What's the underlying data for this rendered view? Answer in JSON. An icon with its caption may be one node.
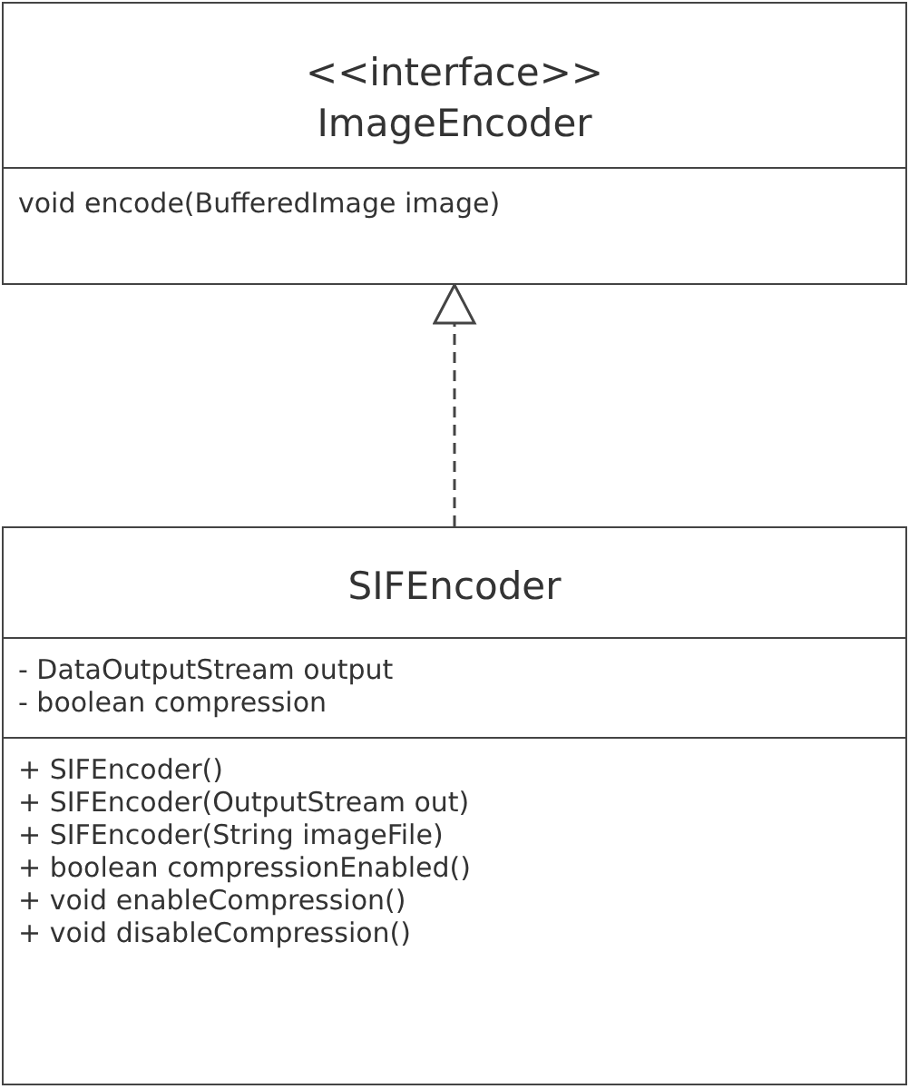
{
  "diagram": {
    "nodes": [
      {
        "text": [
          "<<interface>>",
          "ImageEncoder",
          "void encode(BufferedImage image)"
        ]
      },
      {
        "text": [
          "SIFEncoder",
          "- DataOutputStream output",
          "- boolean compression",
          "+ SIFEncoder()",
          "+ SIFEncoder(OutputStream out)",
          "+ SIFEncoder(String imageFile)",
          "+ boolean compressionEnabled()",
          "+ void enableCompression()",
          "+ void disableCompression()"
        ]
      }
    ],
    "edges": [
      {
        "from": 1,
        "to": 0,
        "arrow": "to",
        "style": "dashed"
      }
    ]
  }
}
